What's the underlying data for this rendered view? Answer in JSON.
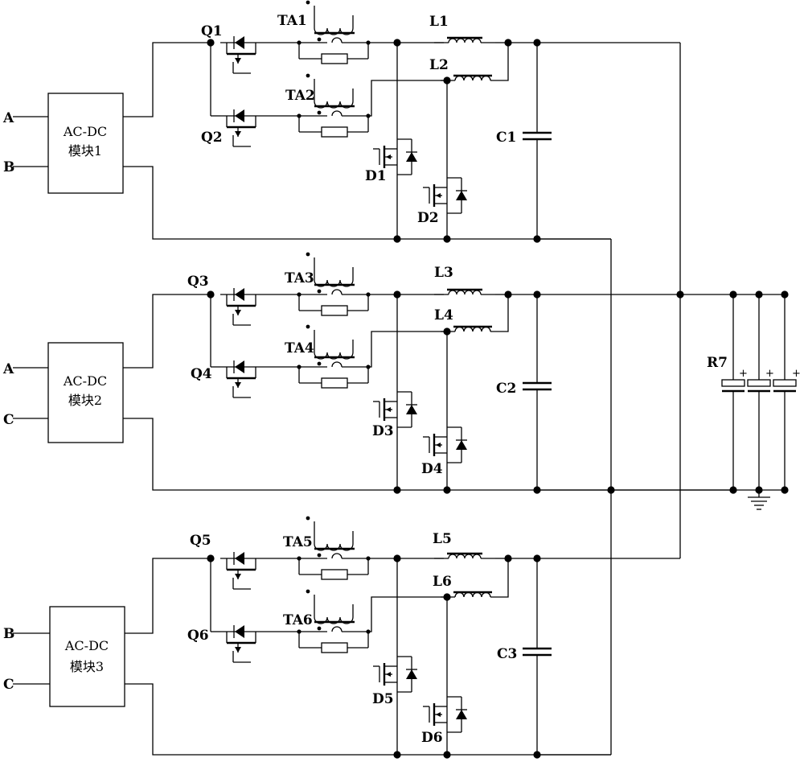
{
  "modules": [
    {
      "line1": "AC-DC",
      "line2": "模块1",
      "in_top": "A",
      "in_bottom": "B"
    },
    {
      "line1": "AC-DC",
      "line2": "模块2",
      "in_top": "A",
      "in_bottom": "C"
    },
    {
      "line1": "AC-DC",
      "line2": "模块3",
      "in_top": "B",
      "in_bottom": "C"
    }
  ],
  "switches": [
    "Q1",
    "Q2",
    "Q3",
    "Q4",
    "Q5",
    "Q6"
  ],
  "transformers": [
    "TA1",
    "TA2",
    "TA3",
    "TA4",
    "TA5",
    "TA6"
  ],
  "inductors": [
    "L1",
    "L2",
    "L3",
    "L4",
    "L5",
    "L6"
  ],
  "diodes": [
    "D1",
    "D2",
    "D3",
    "D4",
    "D5",
    "D6"
  ],
  "capacitors": [
    "C1",
    "C2",
    "C3"
  ],
  "load": {
    "label": "R7",
    "cap_sign": "+"
  }
}
